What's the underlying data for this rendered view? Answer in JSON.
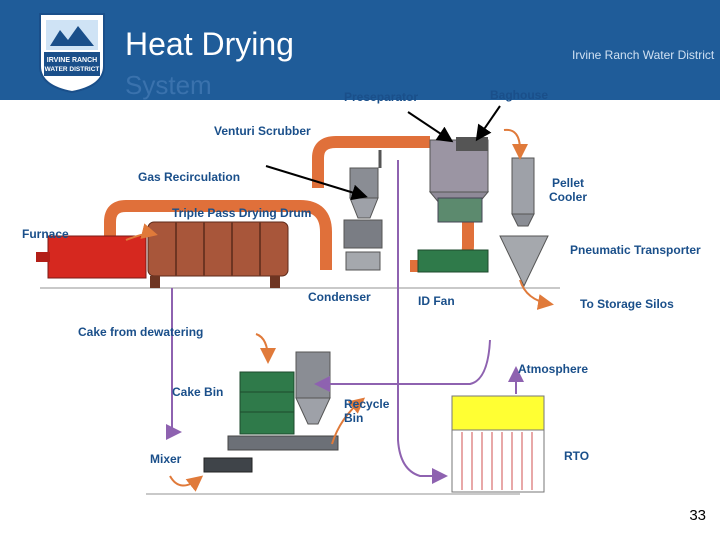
{
  "slide": {
    "title": "Heat Drying",
    "subtitle": "System",
    "organization": "Irvine Ranch Water District",
    "page_number": "33",
    "logo_text": [
      "IRVINE RANCH",
      "WATER DISTRICT"
    ]
  },
  "labels": {
    "preseparator": "Preseparator",
    "baghouse": "Baghouse",
    "venturi_scrubber": "Venturi Scrubber",
    "gas_recirculation": "Gas Recirculation",
    "pellet_cooler": "Pellet Cooler",
    "triple_pass": "Triple Pass Drying Drum",
    "furnace": "Furnace",
    "pneumatic": "Pneumatic Transporter",
    "condenser": "Condenser",
    "id_fan": "ID Fan",
    "storage_silos": "To Storage Silos",
    "cake_dewatering": "Cake from dewatering",
    "atmosphere": "Atmosphere",
    "cake_bin": "Cake Bin",
    "recycle_bin": "Recycle Bin",
    "mixer": "Mixer",
    "rto": "RTO"
  },
  "colors": {
    "header": "#1f5c99",
    "label": "#1a4f8a",
    "duct": "#e0703a",
    "arrow_orange": "#e07a3a",
    "arrow_purple": "#8e62b0",
    "equipment_gray": "#8a8d94",
    "furnace_red": "#d6281f",
    "drum": "#a8563a",
    "bin_green": "#2f7a4a",
    "rto_yellow": "#ffff33"
  }
}
